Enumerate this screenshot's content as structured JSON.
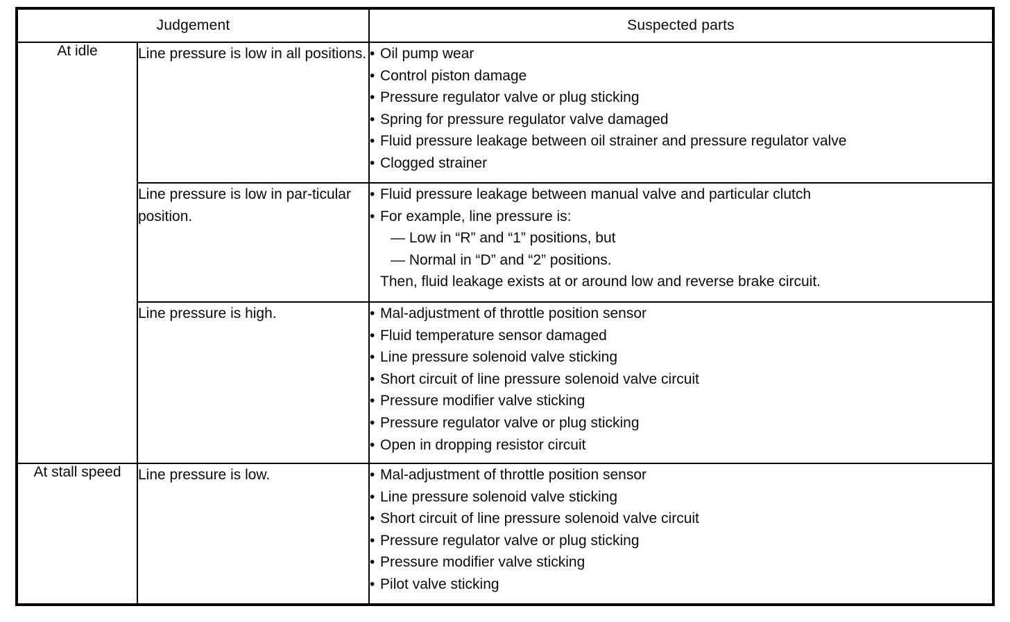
{
  "markers": {
    "bullet": "•"
  },
  "table": {
    "header": {
      "judgement": "Judgement",
      "suspected_parts": "Suspected parts"
    },
    "groups": [
      {
        "label": "At idle",
        "rows": [
          {
            "judgement": "Line pressure is low in all positions.",
            "parts": [
              "Oil pump wear",
              "Control piston damage",
              "Pressure regulator valve or plug sticking",
              "Spring for pressure regulator valve damaged",
              "Fluid pressure leakage between oil strainer and pressure regulator valve",
              "Clogged strainer"
            ]
          },
          {
            "judgement": "Line pressure is low in par-ticular position.",
            "parts": [
              "Fluid pressure leakage between manual valve and particular clutch",
              "For example, line pressure is:",
              "— Low in “R” and “1” positions, but",
              "— Normal in “D” and “2” positions.",
              "Then, fluid leakage exists at or around low and reverse brake circuit."
            ]
          },
          {
            "judgement": "Line pressure is high.",
            "parts": [
              "Mal-adjustment of throttle position sensor",
              "Fluid temperature sensor damaged",
              "Line pressure solenoid valve sticking",
              "Short circuit of line pressure solenoid valve circuit",
              "Pressure modifier valve sticking",
              "Pressure regulator valve or plug sticking",
              "Open in dropping resistor circuit"
            ]
          }
        ]
      },
      {
        "label": "At stall speed",
        "rows": [
          {
            "judgement": "Line pressure is low.",
            "parts": [
              "Mal-adjustment of throttle position sensor",
              "Line pressure solenoid valve sticking",
              "Short circuit of line pressure solenoid valve circuit",
              "Pressure regulator valve or plug sticking",
              "Pressure modifier valve sticking",
              "Pilot valve sticking"
            ]
          }
        ]
      }
    ]
  }
}
